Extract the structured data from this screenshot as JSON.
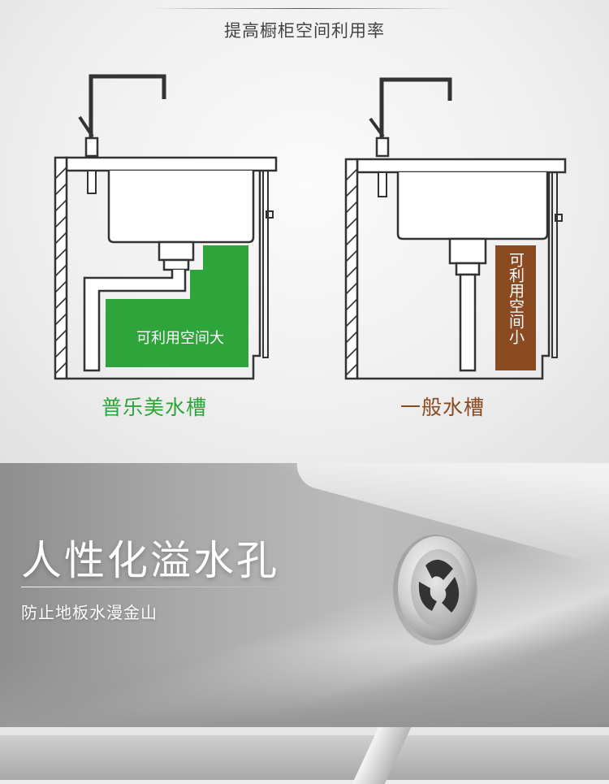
{
  "subtitle": "提高橱柜空间利用率",
  "left": {
    "label": "可利用空间大",
    "caption": "普乐美水槽",
    "accent": "#2fa43a"
  },
  "right": {
    "label": "可利用空间小",
    "caption": "一般水槽",
    "accent": "#8a4a22"
  },
  "feature": {
    "title": "人性化溢水孔",
    "subtitle": "防止地板水漫金山"
  }
}
